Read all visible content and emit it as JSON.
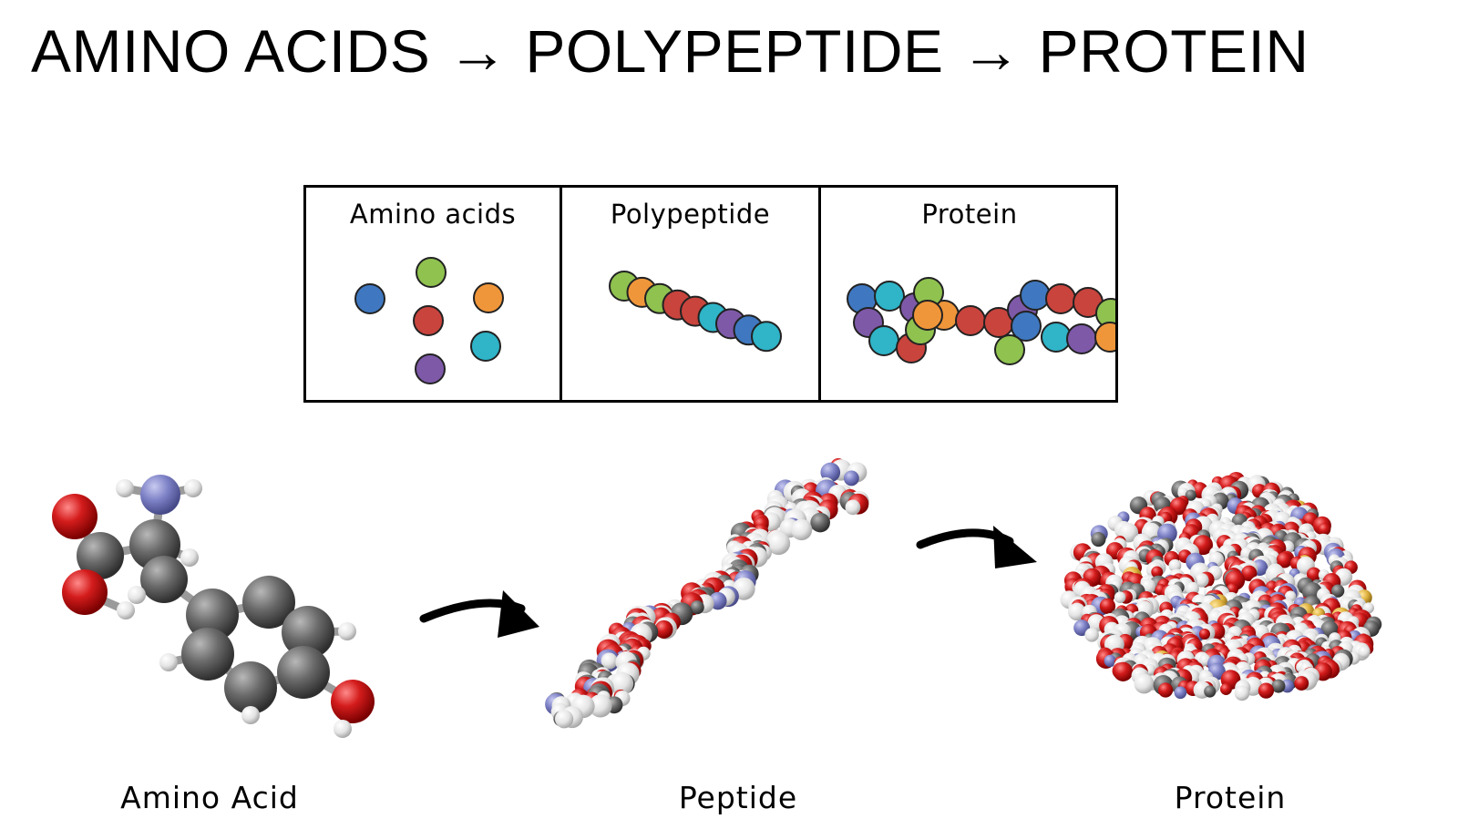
{
  "title": "AMINO ACIDS → POLYPEPTIDE → PROTEIN",
  "panels": [
    {
      "label": "Amino acids"
    },
    {
      "label": "Polypeptide"
    },
    {
      "label": "Protein"
    }
  ],
  "bottom_labels": {
    "amino_acid": "Amino Acid",
    "peptide": "Peptide",
    "protein": "Protein"
  },
  "colors": {
    "blue": "#3f78c0",
    "green": "#8fc24f",
    "red": "#c8443d",
    "orange": "#f0963a",
    "cyan": "#2fb4c8",
    "purple": "#7e59a8",
    "oxygen": "#cc1a1a",
    "carbon": "#666666",
    "hydrogen": "#e6e6e6",
    "nitrogen": "#8387c9"
  }
}
